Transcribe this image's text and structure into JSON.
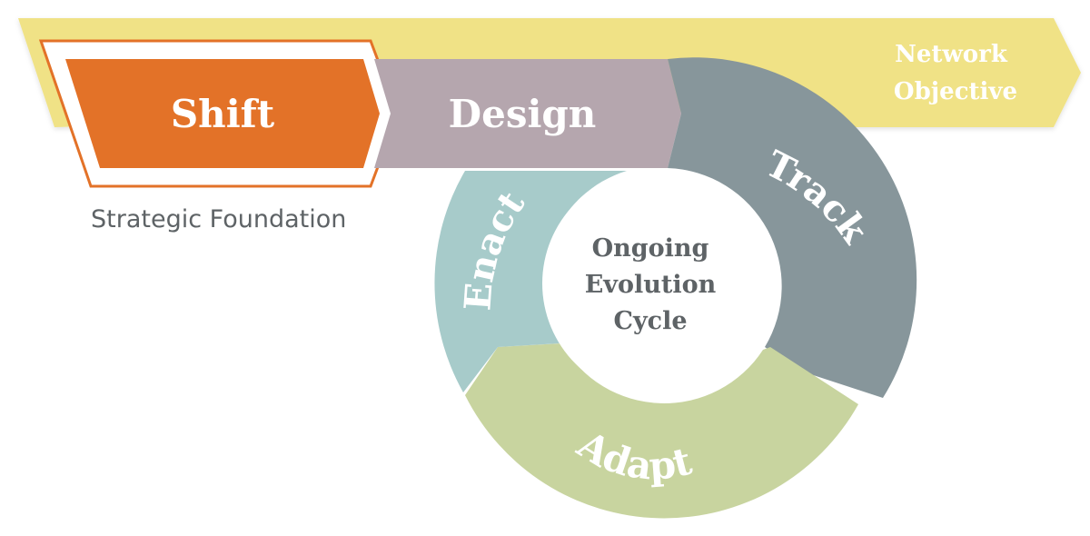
{
  "diagram": {
    "banner": {
      "line1": "Network",
      "line2": "Objective",
      "color": "#f0e286"
    },
    "shift": {
      "label": "Shift",
      "fill": "#e37228",
      "outline": "#e37228"
    },
    "design": {
      "label": "Design",
      "fill": "#b5a6ae"
    },
    "foundation_caption": "Strategic Foundation",
    "cycle": {
      "center_line1": "Ongoing",
      "center_line2": "Evolution",
      "center_line3": "Cycle",
      "track": {
        "label": "Track",
        "fill": "#87969b"
      },
      "adapt": {
        "label": "Adapt",
        "fill": "#c8d49f"
      },
      "enact": {
        "label": "Enact",
        "fill": "#a7cbca"
      }
    },
    "text_color": "#5e6366"
  }
}
